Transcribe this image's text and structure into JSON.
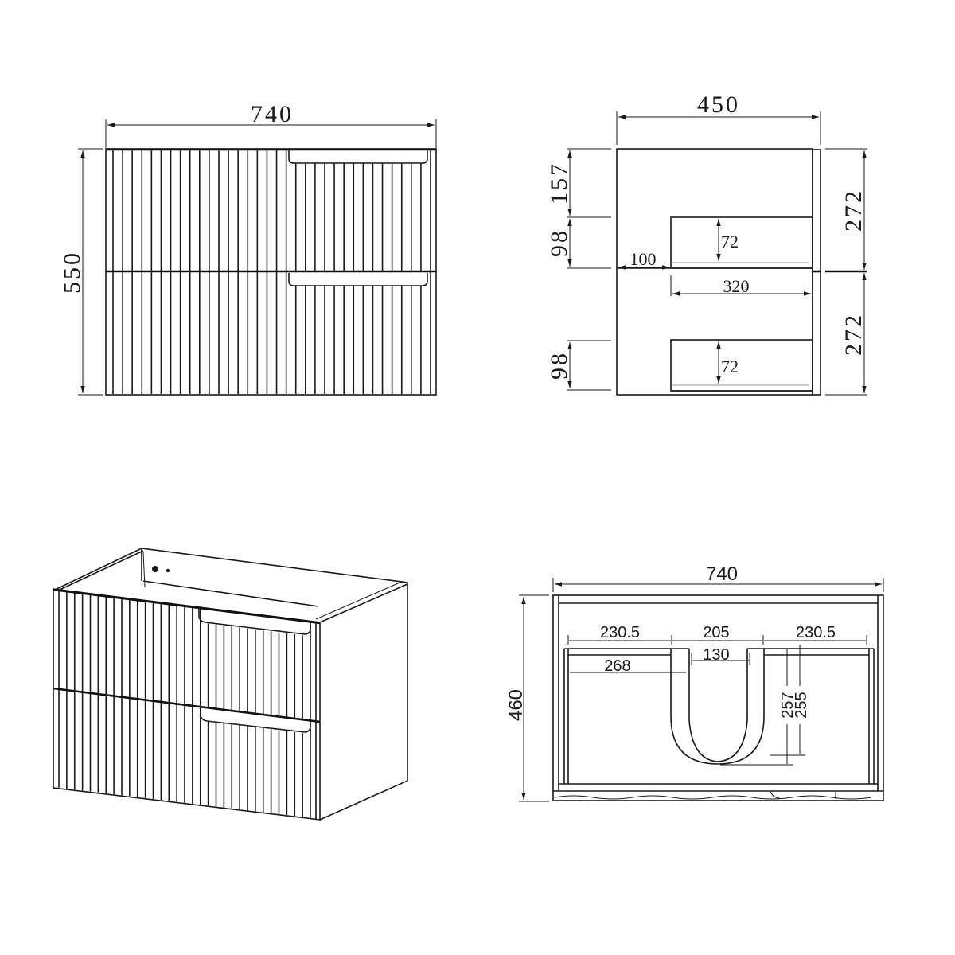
{
  "front_view": {
    "width_label": "740",
    "height_label": "550",
    "drawers": 2,
    "flute_count": 34
  },
  "side_view": {
    "depth_label": "450",
    "left_dims": [
      "157",
      "98",
      "98"
    ],
    "right_dims": [
      "272",
      "272"
    ],
    "inner": {
      "offset_label": "100",
      "drawer_depth_label": "320",
      "upper_drawer_height_label": "72",
      "lower_drawer_height_label": "72"
    }
  },
  "isometric_view": {
    "drawers": 2
  },
  "plan_view": {
    "width_label": "740",
    "depth_label": "460",
    "segments": [
      "230.5",
      "205",
      "230.5"
    ],
    "inner_left_label": "268",
    "cutout_width_label": "130",
    "cutout_depth_labels": [
      "257",
      "255"
    ]
  },
  "colors": {
    "line": "#1a1a1a",
    "background": "#ffffff",
    "hidden_line": "#9a9a9a"
  }
}
